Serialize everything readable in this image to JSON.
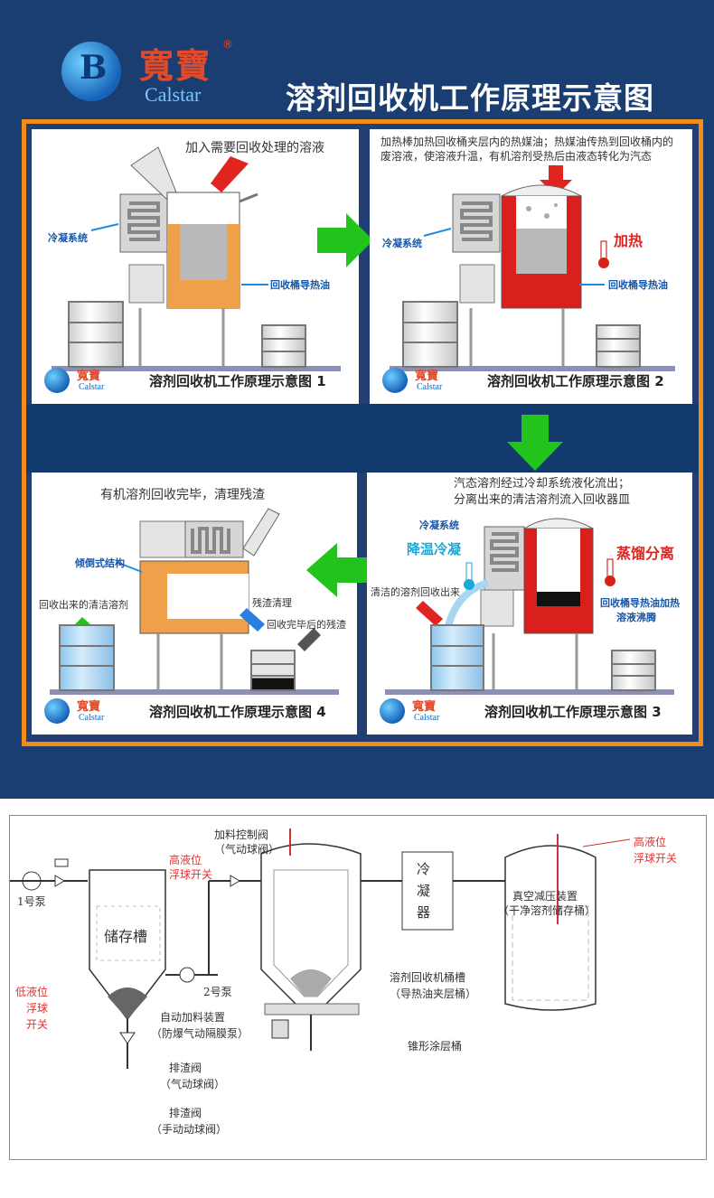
{
  "header": {
    "brand_cn": "寬寶",
    "brand_en": "Calstar",
    "registered": "®",
    "title": "溶剂回收机工作原理示意图"
  },
  "panels": {
    "p1": {
      "top_label": "加入需要回收处理的溶液",
      "condenser_label": "冷凝系统",
      "oil_label": "回收桶导热油",
      "caption": "溶剂回收机工作原理示意图 1"
    },
    "p2": {
      "top_text": "加热棒加热回收桶夹层内的热媒油；热媒油传热到回收桶内的废溶液，使溶液升温，有机溶剂受热后由液态转化为汽态",
      "condenser_label": "冷凝系统",
      "heat_label": "加热",
      "oil_label": "回收桶导热油",
      "caption": "溶剂回收机工作原理示意图 2"
    },
    "p3": {
      "top_text_1": "汽态溶剂经过冷却系统液化流出；",
      "top_text_2": "分离出来的清洁溶剂流入回收器皿",
      "condenser_label": "冷凝系统",
      "cooling_label": "降温冷凝",
      "distill_label": "蒸馏分离",
      "clean_out_label": "清洁的溶剂回收出来",
      "oil_label_1": "回收桶导热油加热",
      "oil_label_2": "溶液沸腾",
      "caption": "溶剂回收机工作原理示意图 3"
    },
    "p4": {
      "top_label": "有机溶剂回收完毕，清理残渣",
      "tilt_label": "倾倒式结构",
      "clean_solvent_label": "回收出来的清洁溶剂",
      "residue_clean_label": "残渣清理",
      "residue_label": "回收完毕后的残渣",
      "caption": "溶剂回收机工作原理示意图 4"
    }
  },
  "schematic": {
    "pump1": "1号泵",
    "pump2": "2号泵",
    "feed_valve_1": "加料控制阀",
    "feed_valve_2": "（气动球阀）",
    "high_level_1": "高液位",
    "high_level_2": "浮球开关",
    "storage_tank": "储存槽",
    "low_level_1": "低液位",
    "low_level_2": "浮球",
    "low_level_3": "开关",
    "auto_feed_1": "自动加料装置",
    "auto_feed_2": "（防爆气动隔膜泵）",
    "slag_valve_air_1": "排渣阀",
    "slag_valve_air_2": "（气动球阀）",
    "slag_valve_man_1": "排渣阀",
    "slag_valve_man_2": "（手动动球阀）",
    "condenser_1": "冷",
    "condenser_2": "凝",
    "condenser_3": "器",
    "recovery_tank_1": "溶剂回收机桶槽",
    "recovery_tank_2": "（导热油夹层桶）",
    "cone_bucket": "锥形涂层桶",
    "vacuum_1": "真空减压装置",
    "vacuum_2": "（干净溶剂储存桶）",
    "high_level_right_1": "高液位",
    "high_level_right_2": "浮球开关"
  },
  "colors": {
    "navy": "#1a3e72",
    "orange_frame": "#f28c1b",
    "oil_orange": "#f0a04a",
    "heat_red": "#d9201c",
    "arrow_green": "#22c41c",
    "label_blue": "#1656a8"
  }
}
